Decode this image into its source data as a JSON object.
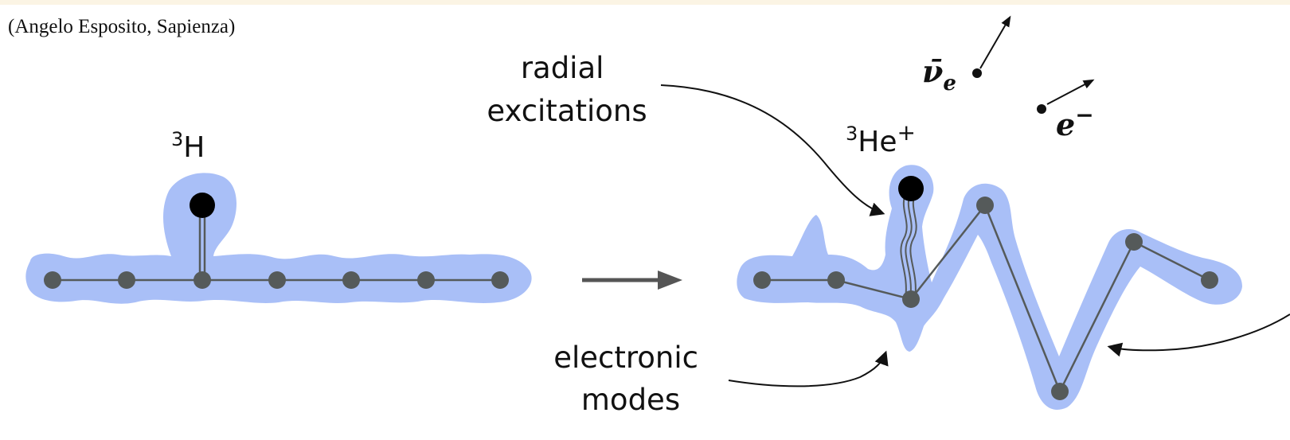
{
  "credit": "(Angelo Esposito, Sapienza)",
  "labels": {
    "h3_mass": "3",
    "h3_symbol": "H",
    "he3_mass": "3",
    "he3_symbol": "He",
    "he3_charge": "+",
    "radial_line1": "radial",
    "radial_line2": "excitations",
    "electronic_line1": "electronic",
    "electronic_line2": "modes",
    "neutrino_symbol": "ν̄",
    "neutrino_sub": "e",
    "electron_symbol": "e",
    "electron_sup": "−"
  },
  "colors": {
    "cloud": "#a9bff7",
    "bead": "#555a5a",
    "nucleus": "#000000",
    "arrow": "#555555"
  }
}
